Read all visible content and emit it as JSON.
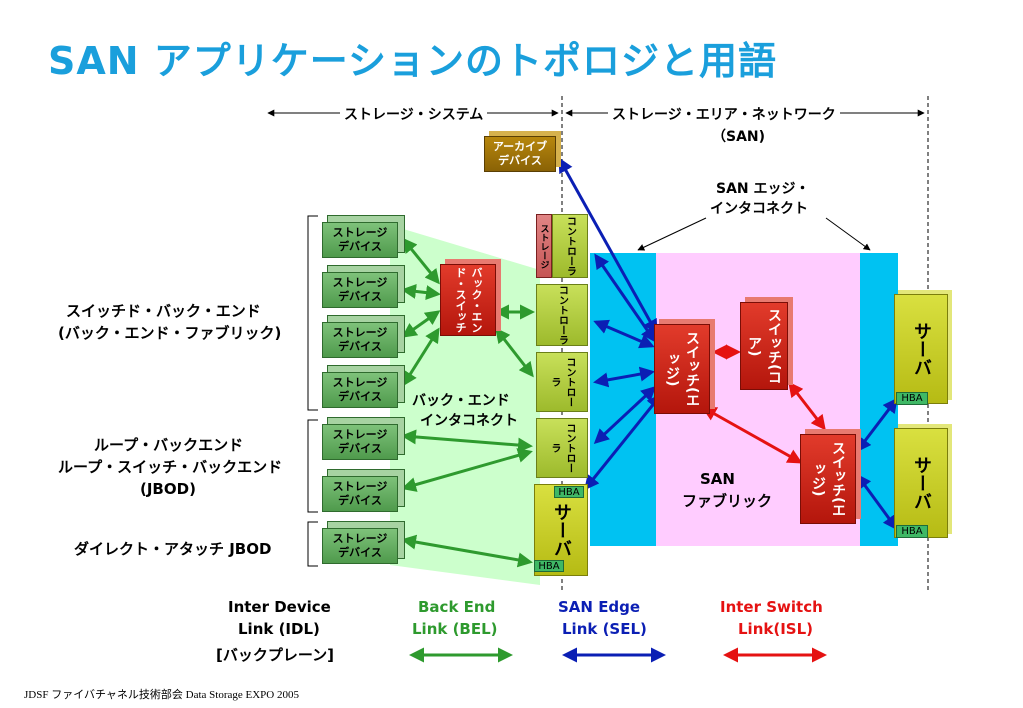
{
  "title": "SAN アプリケーションのトポロジと用語",
  "header": {
    "storage_system": "ストレージ・システム",
    "storage_area_network": "ストレージ・エリア・ネットワーク",
    "san_paren": "（SAN)",
    "san_edge_interconnect_1": "SAN エッジ・",
    "san_edge_interconnect_2": "インタコネクト"
  },
  "left_labels": {
    "switched_backend_1": "スイッチド・バック・エンド",
    "switched_backend_2": "(バック・エンド・ファブリック)",
    "loop_1": "ループ・バックエンド",
    "loop_2": "ループ・スイッチ・バックエンド",
    "loop_3": "(JBOD)",
    "direct": "ダイレクト・アタッチ JBOD"
  },
  "devices": {
    "archive_1": "アーカイブ",
    "archive_2": "デバイス",
    "storage_device_1": "ストレージ",
    "storage_device_2": "デバイス",
    "backend_switch": "バック・エンド・スイッチ",
    "storage_small": "ストレージ",
    "controller": "コントローラ",
    "server": "サーバ",
    "hba": "HBA",
    "switch_edge": "スイッチ(エッジ)",
    "switch_core": "スイッチ(コア)"
  },
  "zone_labels": {
    "backend_interconnect_1": "バック・エンド",
    "backend_interconnect_2": "インタコネクト",
    "san_fabric_1": "SAN",
    "san_fabric_2": "ファブリック"
  },
  "legend": {
    "idl_1": "Inter Device",
    "idl_2": "Link (IDL)",
    "idl_3": "[バックプレーン]",
    "bel_1": "Back End",
    "bel_2": "Link (BEL)",
    "sel_1": "SAN Edge",
    "sel_2": "Link (SEL)",
    "isl_1": "Inter Switch",
    "isl_2": "Link(ISL)"
  },
  "colors": {
    "title": "#1a9fdc",
    "bel": "#2e9a2e",
    "sel": "#0b1fb4",
    "isl": "#e51212",
    "edge_zone": "#00c2f2",
    "fabric_zone": "#ffccff",
    "backend_zone": "#ccffcc"
  },
  "footer": "JDSF ファイバチャネル技術部会 Data Storage EXPO 2005"
}
